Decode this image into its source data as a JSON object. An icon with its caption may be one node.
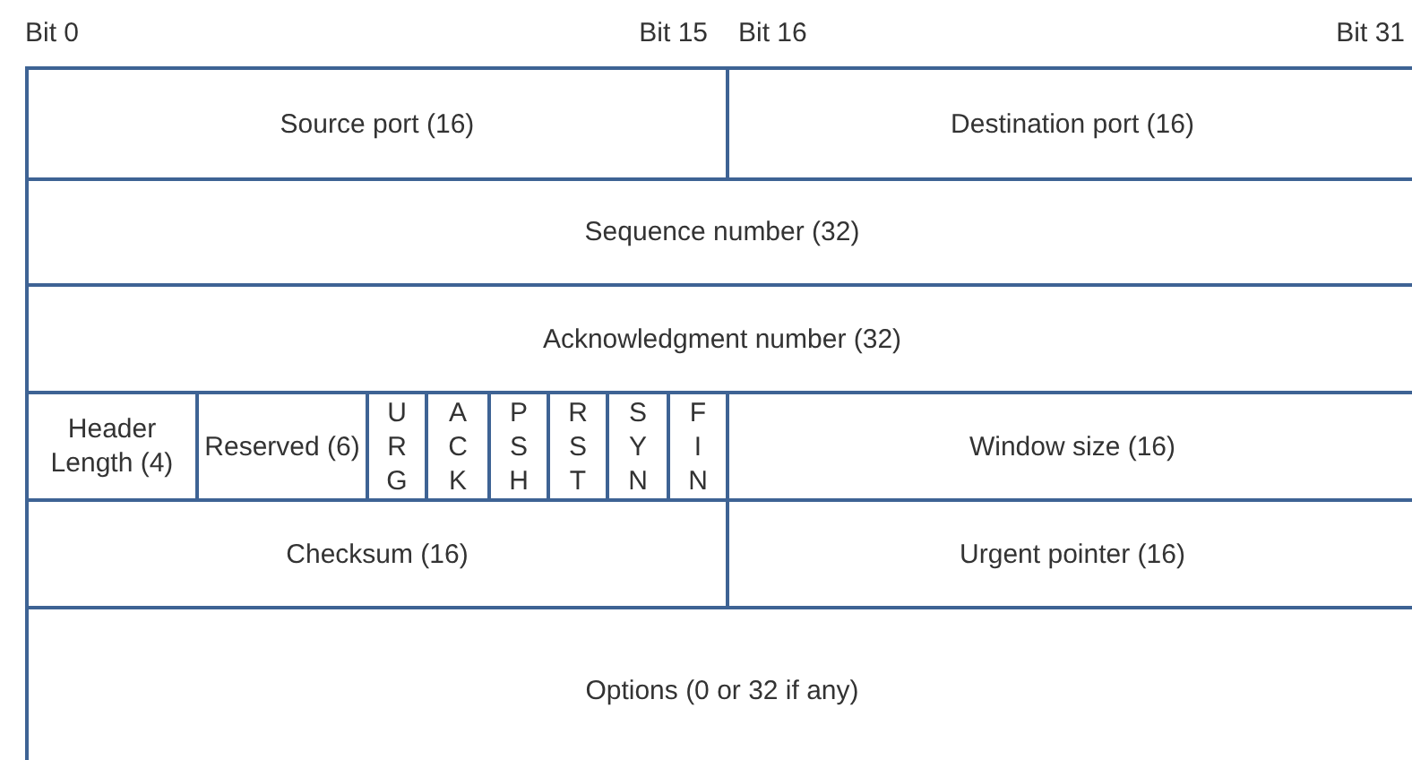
{
  "diagram": {
    "nodes": [
      {
        "text": [
          "Source port (16)"
        ]
      },
      {
        "text": [
          "Destination port (16)"
        ]
      },
      {
        "text": [
          "Sequence number (32)"
        ]
      },
      {
        "text": [
          "Acknowledgment number (32)"
        ]
      },
      {
        "text": [
          "Header Length (4)"
        ]
      },
      {
        "text": [
          "Reserved (6)"
        ]
      },
      {
        "text": [
          "U R G"
        ]
      },
      {
        "text": [
          "A C K"
        ]
      },
      {
        "text": [
          "P S H"
        ]
      },
      {
        "text": [
          "R S T"
        ]
      },
      {
        "text": [
          "S Y N"
        ]
      },
      {
        "text": [
          "F I N"
        ]
      },
      {
        "text": [
          "Window size (16)"
        ]
      },
      {
        "text": [
          "Checksum (16)"
        ]
      },
      {
        "text": [
          "Urgent pointer (16)"
        ]
      },
      {
        "text": [
          "Options (0 or 32 if any)"
        ]
      }
    ],
    "labels": [
      "Bit 0",
      "Bit 15",
      "Bit 16",
      "Bit 31"
    ]
  }
}
